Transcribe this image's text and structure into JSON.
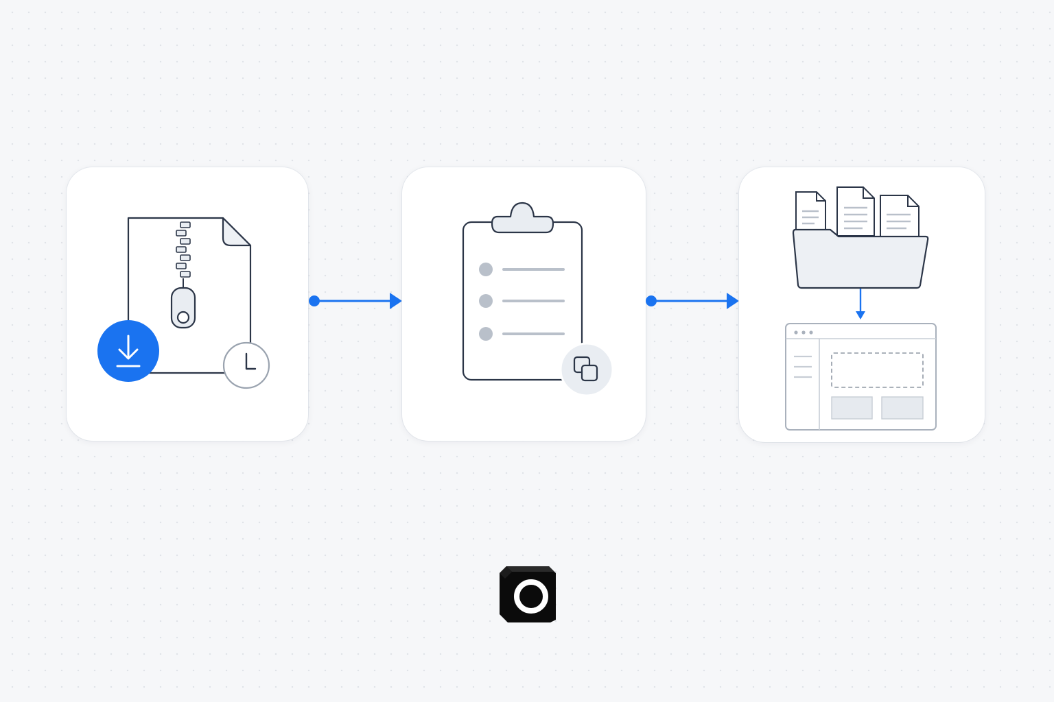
{
  "colors": {
    "accent": "#1a73f0",
    "stroke": "#2b3547",
    "muted": "#b9c0ca",
    "fill_light": "#e9edf2",
    "background": "#f6f7f9",
    "card": "#ffffff",
    "logo": "#0b0b0b"
  },
  "steps": [
    {
      "icon": "zip-archive-icon",
      "badges": [
        "download-icon",
        "clock-icon"
      ]
    },
    {
      "icon": "clipboard-list-icon",
      "badges": [
        "copy-icon"
      ]
    },
    {
      "icon": "folder-files-icon",
      "badges": [
        "app-window-icon"
      ]
    }
  ],
  "connectors": [
    {
      "from": 1,
      "to": 2,
      "icon": "arrow-right-icon"
    },
    {
      "from": 2,
      "to": 3,
      "icon": "arrow-right-icon"
    }
  ],
  "logo": {
    "icon": "cube-logo-icon"
  }
}
